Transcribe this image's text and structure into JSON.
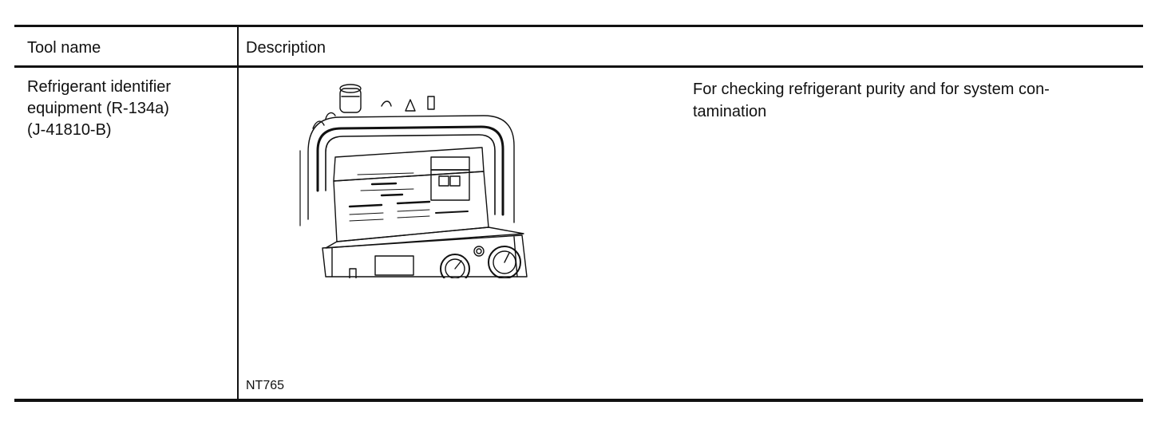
{
  "table": {
    "headers": {
      "tool_name": "Tool name",
      "description": "Description"
    },
    "rows": [
      {
        "tool_name_lines": [
          "Refrigerant identifier",
          "equipment (R-134a)",
          "(J-41810-B)"
        ],
        "figure_code": "NT765",
        "description_lines": [
          "For checking refrigerant purity and for system con-",
          "tamination"
        ]
      }
    ]
  },
  "illustration": {
    "icon": "refrigerant-identifier-device-drawing",
    "line_color": "#111111"
  }
}
